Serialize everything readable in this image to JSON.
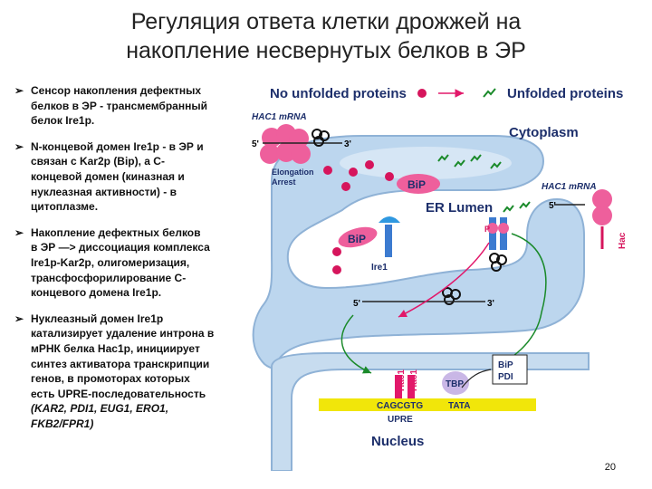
{
  "title": {
    "line1": "Регуляция ответа клетки дрожжей на",
    "line2": "накопление несвернутых белков в ЭР"
  },
  "bullets": [
    "Сенсор накопления дефектных\nбелков в ЭР - трансмембранный\nбелок Ire1p.",
    "N-концевой домен Ire1p - в ЭР и\nсвязан с Kar2p (Bip), а С-\nконцевой домен (киназная и\nнуклеазная активности) - в\nцитоплазме.",
    "Накопление дефектных белков\nв ЭР —> диссоциация комплекса\nIre1p-Kar2p, олигомеризация,\nтрансфосфорилирование С-\nконцевого домена Ire1p.",
    "Нуклеазный домен Ire1p\nкатализирует удаление интрона в\nмРНК белка Hac1p, инициирует\nсинтез активатора транскрипции\nгенов, в промоторах которых\nесть UPRE-последовательность",
    "(KAR2, PDI1, EUG1, ERO1,\nFKB2/FPR1)"
  ],
  "diagram": {
    "no_unfolded": "No unfolded proteins",
    "unfolded": "Unfolded proteins",
    "hac1_mrna_left": "HAC1 mRNA",
    "hac1_mrna_right": "HAC1 mRNA",
    "cytoplasm": "Cytoplasm",
    "elongation": "Elongation",
    "arrest": "Arrest",
    "er_lumen": "ER Lumen",
    "bip_upper": "BiP",
    "bip_lower": "BiP",
    "ire1": "Ire1",
    "p_label": "P",
    "five_prime": "5'",
    "three_prime": "3'",
    "hac_right": "Hac",
    "hac1_a": "Hac1",
    "hac1_b": "Hac1",
    "tbp": "TBP",
    "bip_box": "BiP",
    "pdi": "PDI",
    "cagcgtg": "CAGCGTG",
    "tata": "TATA",
    "upre": "UPRE",
    "nucleus": "Nucleus"
  },
  "page_number": "20",
  "colors": {
    "membrane": "#bcd6ee",
    "membrane_stroke": "#8fb2d6",
    "pink": "#ee5f9c",
    "magenta_dot": "#d6155c",
    "green": "#1a8a2a",
    "dna": "#f1e60a"
  }
}
